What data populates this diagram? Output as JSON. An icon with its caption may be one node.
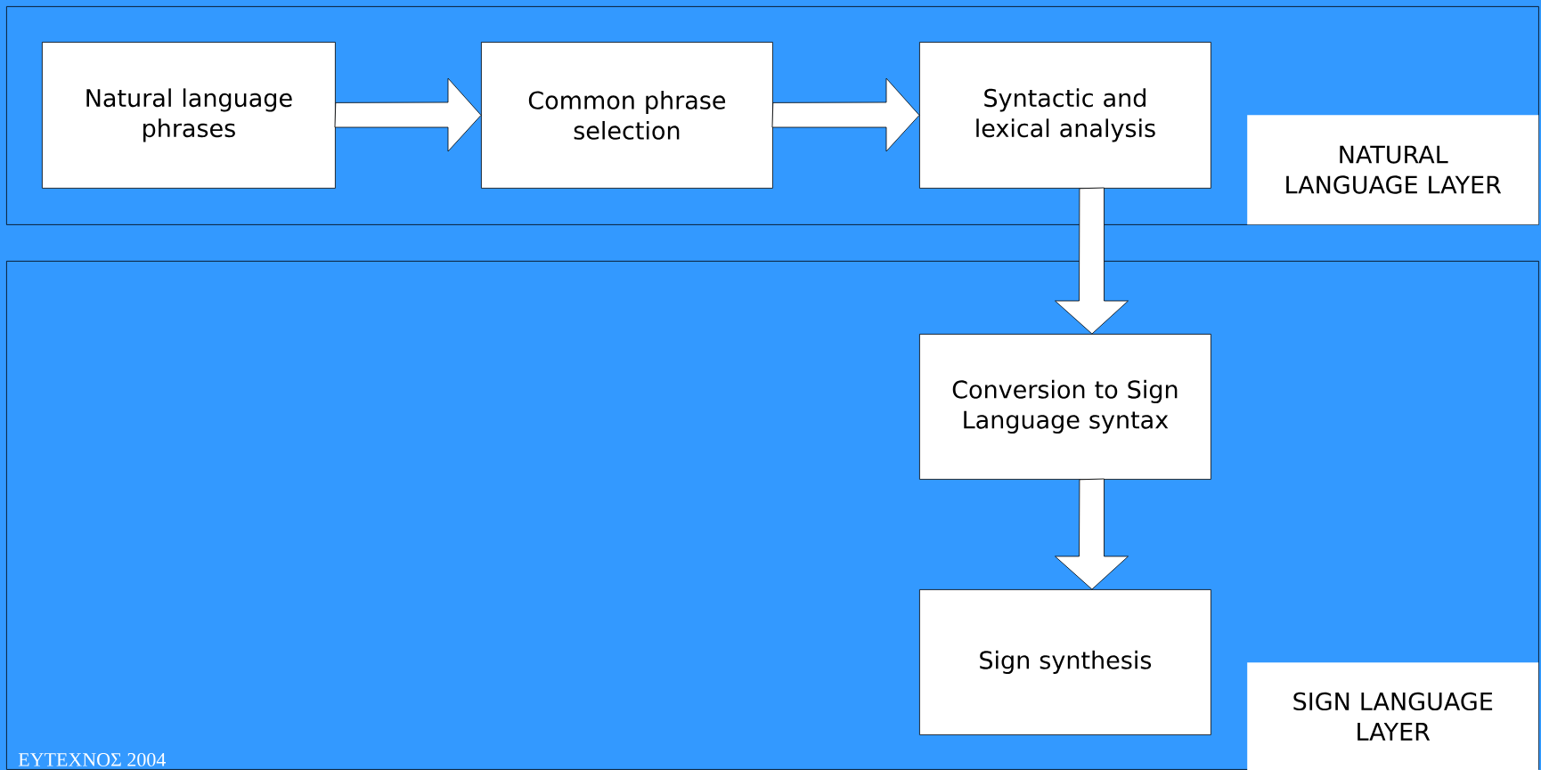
{
  "diagram": {
    "nodes": [
      {
        "text": [],
        "shape": "box"
      },
      {
        "text": [
          "Natural language phrases"
        ],
        "in": 0
      },
      {
        "text": [
          "Common phrase selection"
        ],
        "in": 0
      },
      {
        "text": [
          "Syntactic and lexical analysis"
        ],
        "in": 0
      },
      {
        "text": [
          "NATURAL LANGUAGE LAYER"
        ],
        "in": 0
      },
      {
        "text": [],
        "shape": "box"
      },
      {
        "text": [
          "Conversion to Sign Language syntax"
        ],
        "in": 5
      },
      {
        "text": [
          "Sign synthesis"
        ],
        "in": 5
      },
      {
        "text": [
          "SIGN LANGUAGE LAYER"
        ],
        "in": 5
      }
    ],
    "edges": [
      {
        "from": 1,
        "to": 2,
        "arrow": "to"
      },
      {
        "from": 2,
        "to": 3,
        "arrow": "to"
      },
      {
        "from": 3,
        "to": 6,
        "arrow": "to"
      },
      {
        "from": 6,
        "to": 7,
        "arrow": "to"
      }
    ],
    "labels": [
      "ΕΥΤΕΧΝΟΣ  2004"
    ]
  }
}
